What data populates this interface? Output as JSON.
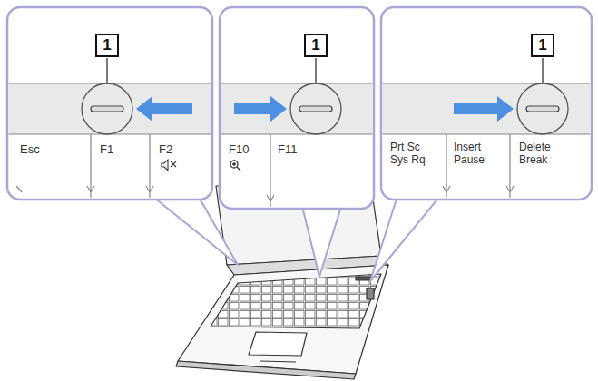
{
  "diagram": {
    "labels": [
      "1",
      "Esc",
      "F1",
      "F2",
      "1",
      "F10",
      "F11",
      "1",
      "Prt Sc Sys Rq",
      "Insert Pause",
      "Delete Break"
    ]
  }
}
